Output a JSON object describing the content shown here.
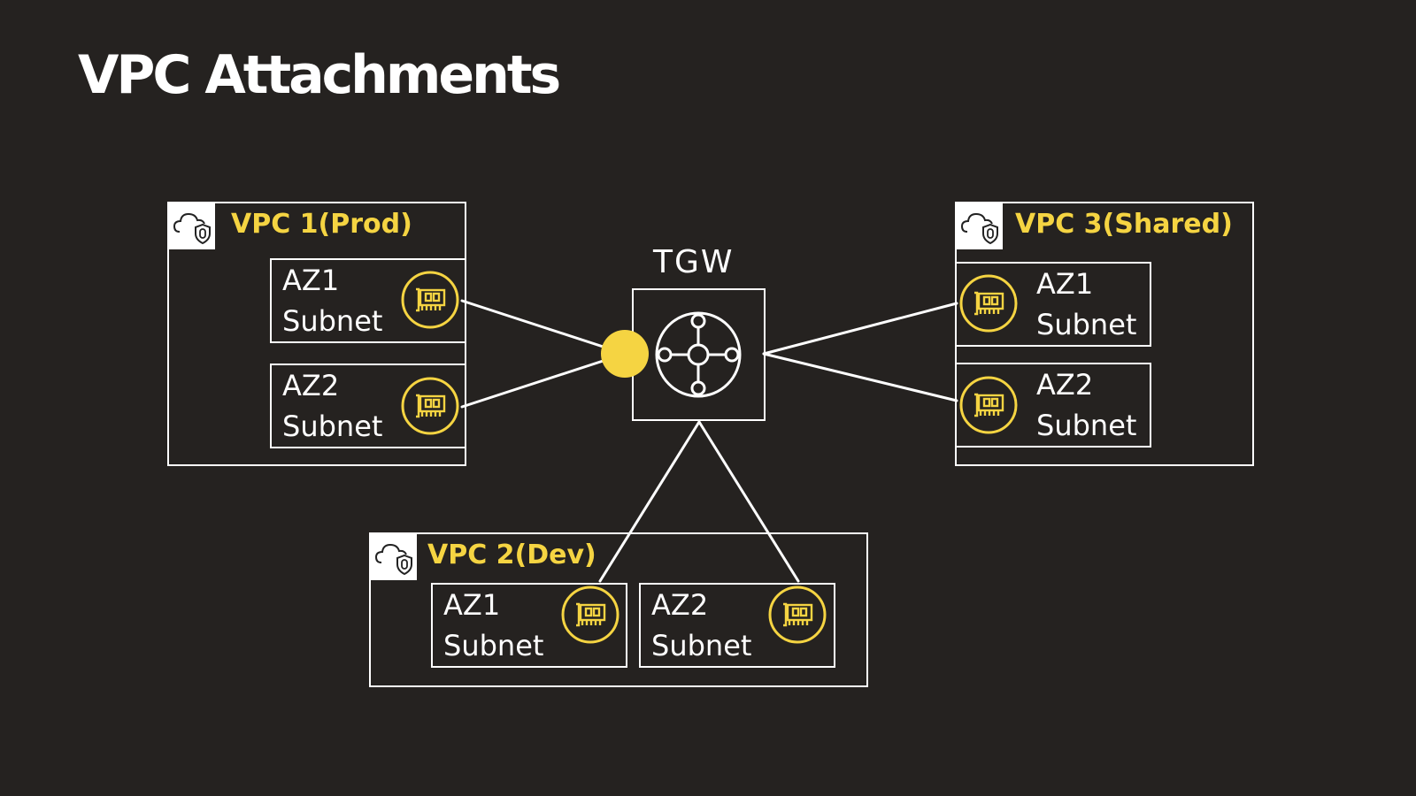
{
  "slide": {
    "title": "VPC Attachments"
  },
  "colors": {
    "background": "#252220",
    "accent": "#f5d442",
    "line": "#ffffff"
  },
  "tgw": {
    "label": "TGW",
    "icon": "transit-gateway-icon"
  },
  "vpcs": [
    {
      "label": "VPC 1(Prod)",
      "icon": "vpc-cloud-shield-icon",
      "subnets": [
        {
          "az": "AZ1",
          "type": "Subnet",
          "icon": "network-interface-icon"
        },
        {
          "az": "AZ2",
          "type": "Subnet",
          "icon": "network-interface-icon"
        }
      ]
    },
    {
      "label": "VPC 2(Dev)",
      "icon": "vpc-cloud-shield-icon",
      "subnets": [
        {
          "az": "AZ1",
          "type": "Subnet",
          "icon": "network-interface-icon"
        },
        {
          "az": "AZ2",
          "type": "Subnet",
          "icon": "network-interface-icon"
        }
      ]
    },
    {
      "label": "VPC 3(Shared)",
      "icon": "vpc-cloud-shield-icon",
      "subnets": [
        {
          "az": "AZ1",
          "type": "Subnet",
          "icon": "network-interface-icon"
        },
        {
          "az": "AZ2",
          "type": "Subnet",
          "icon": "network-interface-icon"
        }
      ]
    }
  ]
}
